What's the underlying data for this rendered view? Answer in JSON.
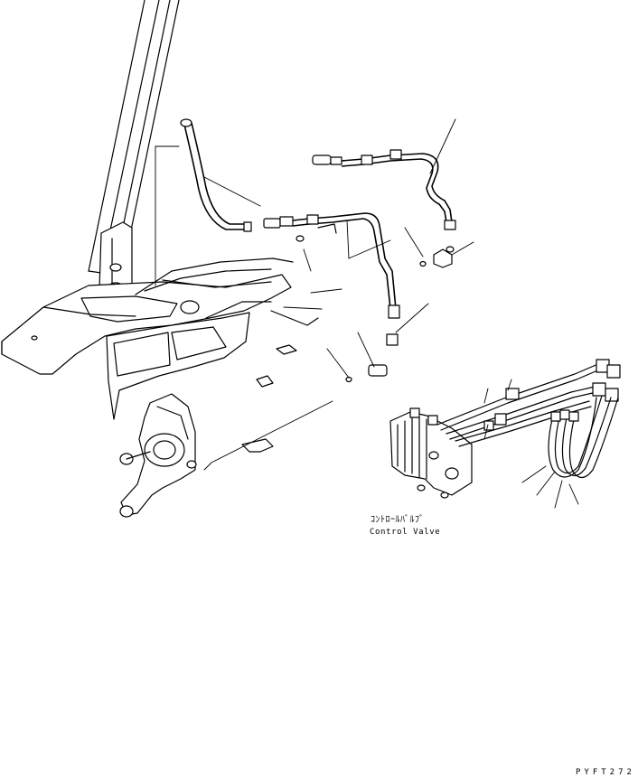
{
  "labels": {
    "component_jp": "ｺﾝﾄﾛｰﾙﾊﾞﾙﾌﾞ",
    "component_en": "Control Valve"
  },
  "drawing_code": "PYFT272"
}
